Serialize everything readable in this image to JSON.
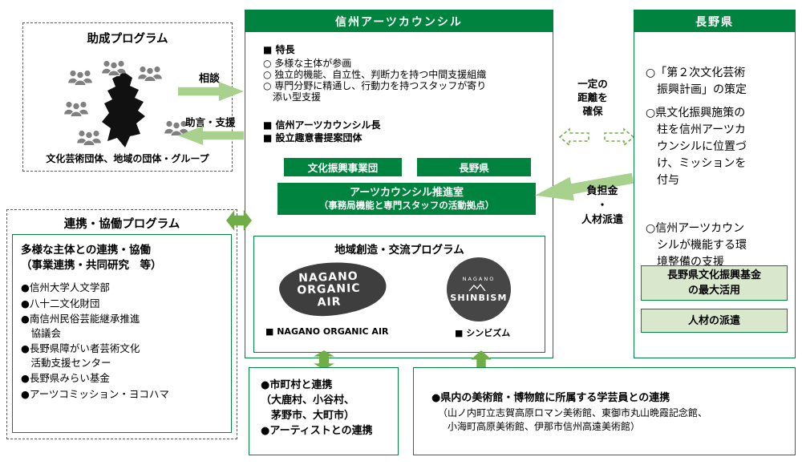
{
  "grant_program": {
    "title": "助成プログラム",
    "caption": "文化芸術団体、地域の団体・グループ"
  },
  "labels": {
    "consult": "相談",
    "advice": "助言・支援",
    "distance": "一定の\n距離を\n確保",
    "burden": "負担金\n・\n人材派遣"
  },
  "council": {
    "title": "信州アーツカウンシル",
    "features_header": "■ 特長",
    "feature1": "○ 多様な主体が参画",
    "feature2": "○ 独立的機能、自立性、判断力を持つ中間支援組織",
    "feature3": "○ 専門分野に精通し、行動力を持つスタッフが寄り\n　添い型支援",
    "item1": "■ 信州アーツカウンシル長",
    "item2": "■ 設立趣意書提案団体",
    "org1": "文化振興事業団",
    "org2": "長野県",
    "office_line1": "アーツカウンシル推進室",
    "office_line2": "（事務局機能と専門スタッフの活動拠点）"
  },
  "regional": {
    "title": "地域創造・交流プログラム",
    "noa_text": "NAGANO\nORGANIC\nAIR",
    "noa_label": "■ NAGANO ORGANIC AIR",
    "shinbism_top": "NAGANO",
    "shinbism_main": "SHINBISM",
    "shinbism_label": "■ シンビズム"
  },
  "pref": {
    "title": "長野県",
    "point1": "○「第２次文化芸術\n　振興計画」の策定",
    "point2": "○県文化振興施策の\n　柱を信州アーツカ\n　ウンシルに位置づ\n　け、ミッションを\n　付与",
    "point3": "○信州アーツカウン\n　シルが機能する環\n　境整備の支援",
    "fund_box": "長野県文化振興基金\nの最大活用",
    "dispatch_box": "人材の派遣"
  },
  "collab": {
    "title": "連携・協働プログラム",
    "subtitle1": "多様な主体との連携・協働",
    "subtitle2": "（事業連携・共同研究　等）",
    "items": [
      "●信州大学人文学部",
      "●八十二文化財団",
      "●南信州民俗芸能継承推進\n　協議会",
      "●長野県障がい者芸術文化\n　活動支援センター",
      "●長野県みらい基金",
      "●アーツコミッション・ヨコハマ"
    ]
  },
  "municipal": {
    "text": "●市町村と連携\n（大鹿村、小谷村、\n　茅野市、大町市）\n●アーティストとの連携"
  },
  "museum": {
    "line1": "●県内の美術館・博物館に所属する学芸員との連携",
    "line2": "（山ノ内町立志賀高原ロマン美術館、東御市丸山晩霞記念館、\n　小海町高原美術館、伊那市信州高遠美術館）"
  }
}
